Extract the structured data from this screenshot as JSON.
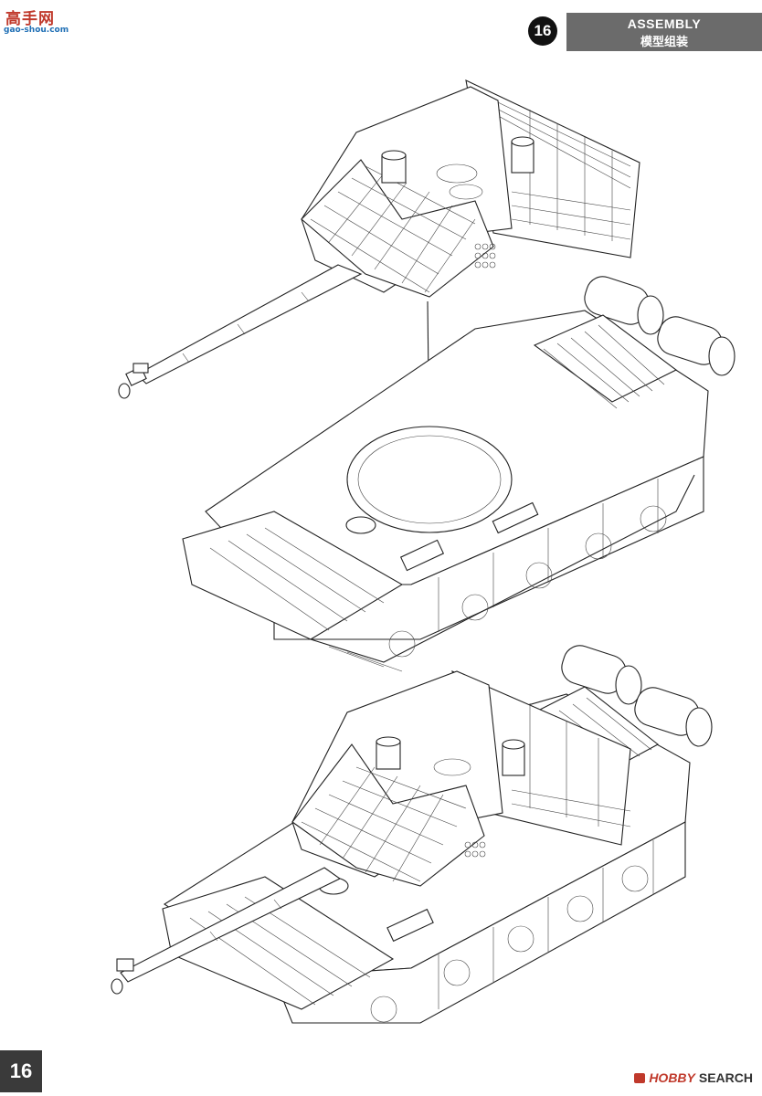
{
  "watermark": {
    "title": "高手网",
    "url": "gao-shou.com"
  },
  "header": {
    "step_number": "16",
    "title_en": "ASSEMBLY",
    "title_cn": "模型组装"
  },
  "page_number": "16",
  "source": {
    "name_red": "HOBBY",
    "name_gray": "SEARCH"
  },
  "colors": {
    "header_band": "#6b6b6b",
    "page_badge": "#3a3a3a",
    "accent_red": "#c0392b"
  },
  "figures": [
    {
      "name": "turret-exploded",
      "kind": "line-drawing"
    },
    {
      "name": "hull",
      "kind": "line-drawing"
    },
    {
      "name": "tank-assembled",
      "kind": "line-drawing"
    }
  ]
}
